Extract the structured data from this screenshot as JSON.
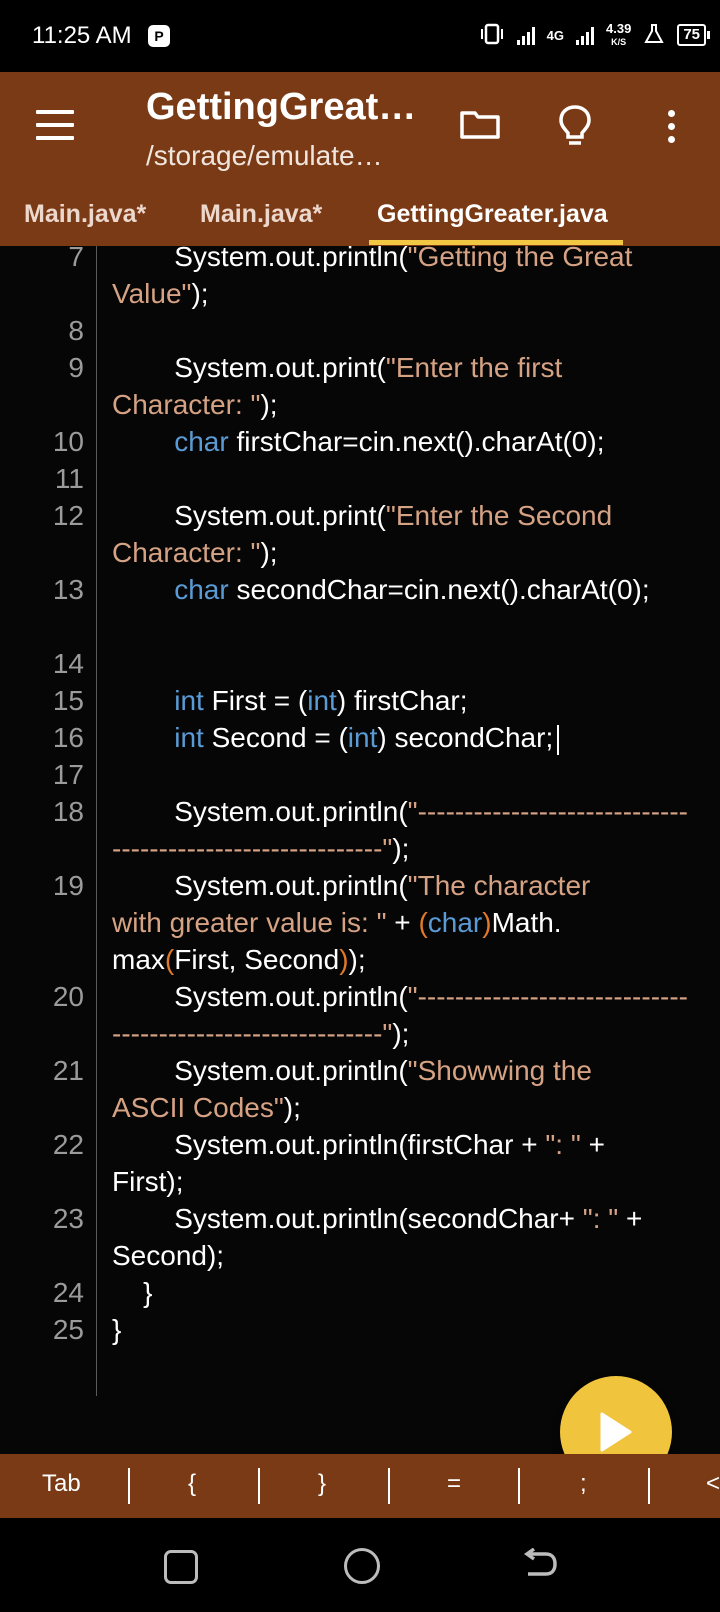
{
  "status_bar": {
    "time": "11:25 AM",
    "app_badge": "P",
    "network": "4G",
    "net_speed": "4.39",
    "net_speed_unit": "K/S",
    "battery": "75"
  },
  "app_bar": {
    "title": "GettingGreat…",
    "subtitle": "/storage/emulate…"
  },
  "tabs": [
    {
      "label": "Main.java*"
    },
    {
      "label": "Main.java*"
    },
    {
      "label": "GettingGreater.java"
    }
  ],
  "code": {
    "l7": "7",
    "l7a_pre": "        System.out.println(",
    "l7a_str": "\"Getting the Great",
    "l7b_str": "Value\"",
    "l7b_post": ");",
    "l8": "8",
    "l9": "9",
    "l9a_pre": "        System.out.print(",
    "l9a_str": "\"Enter the first",
    "l9b_str": "Character: \"",
    "l9b_post": ");",
    "l10": "10",
    "l10_pre": "        ",
    "l10_kw": "char",
    "l10_post": " firstChar=cin.next().charAt(0);",
    "l11": "11",
    "l12": "12",
    "l12a_pre": "        System.out.print(",
    "l12a_str": "\"Enter the Second",
    "l12b_str": "Character: \"",
    "l12b_post": ");",
    "l13": "13",
    "l13_pre": "        ",
    "l13_kw": "char",
    "l13_post": " secondChar=cin.next().charAt(0);",
    "l14": "14",
    "l15": "15",
    "l15_pre": "        ",
    "l15_kw": "int",
    "l15_mid": " First = (",
    "l15_kw2": "int",
    "l15_post": ") firstChar;",
    "l16": "16",
    "l16_pre": "        ",
    "l16_kw": "int",
    "l16_mid": " Second = (",
    "l16_kw2": "int",
    "l16_post": ") secondChar;",
    "l17": "17",
    "l18": "18",
    "l18a_pre": "        System.out.println(",
    "l18a_str": "\"-----------------------------",
    "l18b_str": "-----------------------------\"",
    "l18b_post": ");",
    "l19": "19",
    "l19a_pre": "        System.out.println(",
    "l19a_str": "\"The character",
    "l19b_str": "with greater value is: \"",
    "l19b_mid": " + ",
    "l19b_par": "(",
    "l19b_kw": "char",
    "l19b_par2": ")",
    "l19b_post": "Math.",
    "l19c_pre": "max",
    "l19c_par": "(",
    "l19c_mid": "First, Second",
    "l19c_par2": ")",
    "l19c_post": ");",
    "l20": "20",
    "l20a_pre": "        System.out.println(",
    "l20a_str": "\"-----------------------------",
    "l20b_str": "-----------------------------\"",
    "l20b_post": ");",
    "l21": "21",
    "l21a_pre": "        System.out.println(",
    "l21a_str": "\"Showwing the",
    "l21b_str": "ASCII Codes\"",
    "l21b_post": ");",
    "l22": "22",
    "l22a_pre": "        System.out.println(firstChar + ",
    "l22a_str": "\": \"",
    "l22a_post": " +",
    "l22b": "First);",
    "l23": "23",
    "l23a_pre": "        System.out.println(secondChar+ ",
    "l23a_str": "\": \"",
    "l23a_post": " +",
    "l23b": "Second);",
    "l24": "24",
    "l24_text": "    }",
    "l25": "25",
    "l25_text": "}"
  },
  "keys": [
    "Tab",
    "{",
    "}",
    "=",
    ";",
    "<"
  ],
  "icons": {
    "menu": "hamburger-icon",
    "folder": "folder-icon",
    "bulb": "lightbulb-icon",
    "more": "more-vert-icon",
    "run": "play-icon"
  },
  "colors": {
    "appbar": "#7b3a16",
    "tab_indicator": "#f2c744",
    "fab": "#f1c43d",
    "editor_bg": "#060606",
    "string": "#d6a284",
    "keyword": "#5b9bd5",
    "paren": "#e07a2a"
  }
}
